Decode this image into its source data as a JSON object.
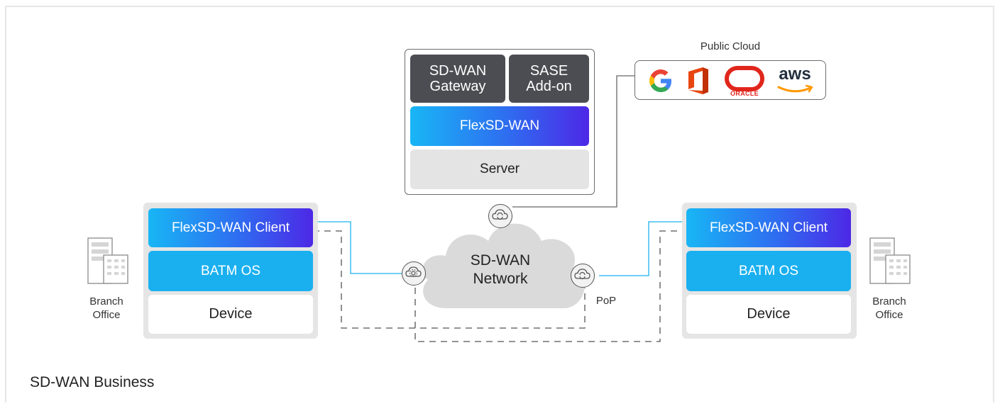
{
  "server_stack": {
    "gateway": "SD-WAN\nGateway",
    "sase": "SASE\nAdd-on",
    "flex": "FlexSD-WAN",
    "server": "Server"
  },
  "public_cloud": {
    "title": "Public Cloud",
    "providers": [
      {
        "name": "google-logo",
        "text": "G"
      },
      {
        "name": "office-logo",
        "text": ""
      },
      {
        "name": "oracle-logo",
        "text": "ORACLE"
      },
      {
        "name": "aws-logo",
        "text": "aws"
      }
    ]
  },
  "network": {
    "label": "SD-WAN\nNetwork",
    "pop": "PoP"
  },
  "left_branch": {
    "client": "FlexSD-WAN Client",
    "os": "BATM OS",
    "device": "Device",
    "office": "Branch\nOffice"
  },
  "right_branch": {
    "client": "FlexSD-WAN Client",
    "os": "BATM OS",
    "device": "Device",
    "office": "Branch\nOffice"
  },
  "caption": "SD-WAN Business",
  "colors": {
    "accent_cyan": "#1ab0f0",
    "accent_violet": "#4d28e6",
    "dark_block": "#4b4d52",
    "panel_gray": "#e5e5e5",
    "oracle_red": "#e1261c",
    "office_orange": "#e8450f",
    "aws_orange": "#ff9900"
  }
}
